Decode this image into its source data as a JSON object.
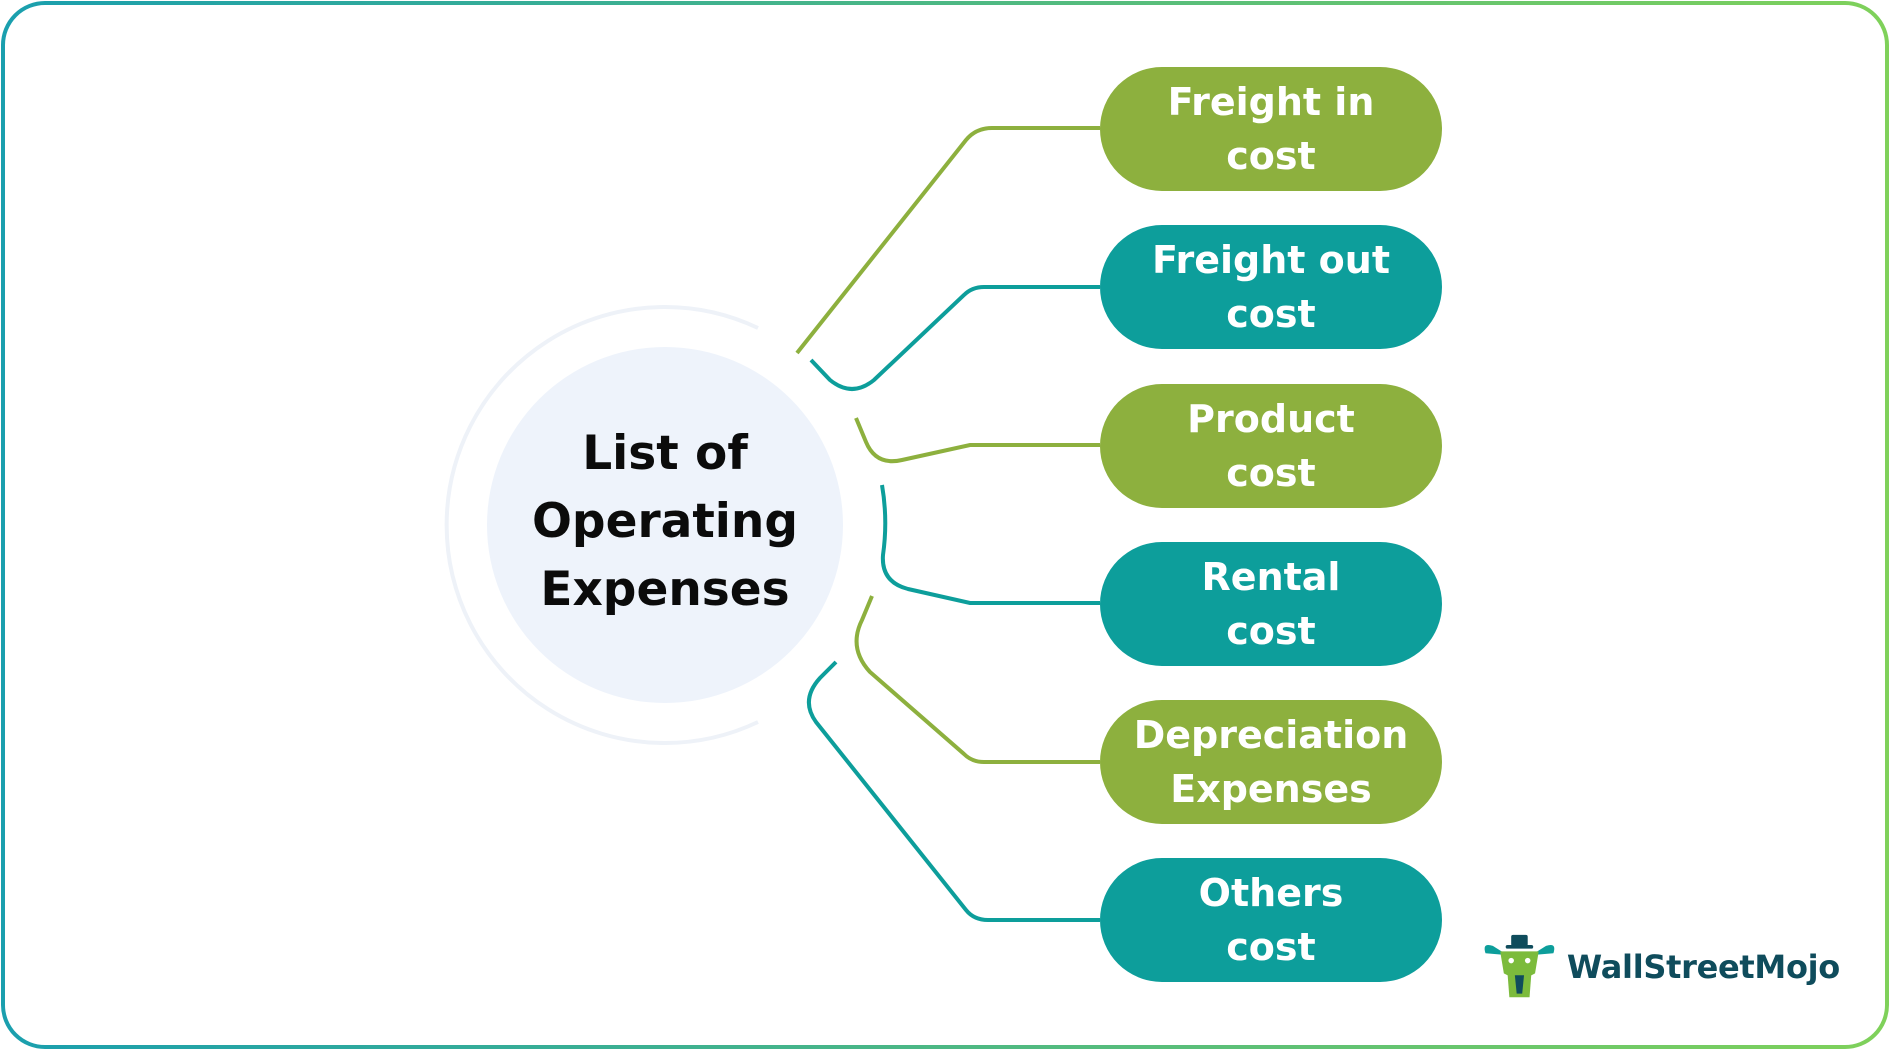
{
  "center": {
    "lines": [
      "List of",
      "Operating",
      "Expenses"
    ]
  },
  "items": [
    {
      "line1": "Freight in",
      "line2": "cost",
      "color": "#8db03e"
    },
    {
      "line1": "Freight out",
      "line2": "cost",
      "color": "#0d9e9b"
    },
    {
      "line1": "Product",
      "line2": "cost",
      "color": "#8db03e"
    },
    {
      "line1": "Rental",
      "line2": "cost",
      "color": "#0d9e9b"
    },
    {
      "line1": "Depreciation",
      "line2": "Expenses",
      "color": "#8db03e"
    },
    {
      "line1": "Others",
      "line2": "cost",
      "color": "#0d9e9b"
    }
  ],
  "logo": {
    "text": "WallStreetMojo",
    "icon": "bull-mascot-icon"
  },
  "colors": {
    "green": "#8db03e",
    "teal": "#0d9e9b",
    "circle_fill": "#eef3fb",
    "border_start": "#1aa0a8",
    "border_end": "#7cd05a"
  }
}
